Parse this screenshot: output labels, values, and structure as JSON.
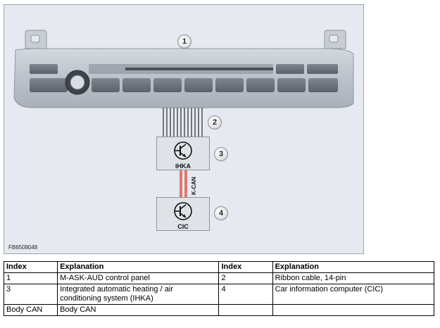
{
  "figure": {
    "figure_id": "FB6508048",
    "callouts": [
      "1",
      "2",
      "3",
      "4"
    ],
    "modules": {
      "ihka": {
        "label": "IHKA",
        "icon": "transistor-icon"
      },
      "cic": {
        "label": "CIC",
        "icon": "transistor-icon"
      }
    },
    "bus_label": "K-CAN",
    "colors": {
      "bus": "#e0786a",
      "panel": "#bfc5cc",
      "background": "#e6eaf0"
    }
  },
  "legend": {
    "headers": [
      "Index",
      "Explanation",
      "Index",
      "Explanation"
    ],
    "rows": [
      {
        "index_a": "1",
        "explanation_a": "M-ASK-AUD control panel",
        "index_b": "2",
        "explanation_b": "Ribbon cable, 14-pin"
      },
      {
        "index_a": "3",
        "explanation_a": "Integrated automatic heating / air conditioning system (IHKA)",
        "index_b": "4",
        "explanation_b": "Car information computer (CIC)"
      },
      {
        "index_a": "Body CAN",
        "explanation_a": "Body CAN",
        "index_b": "",
        "explanation_b": ""
      }
    ]
  }
}
